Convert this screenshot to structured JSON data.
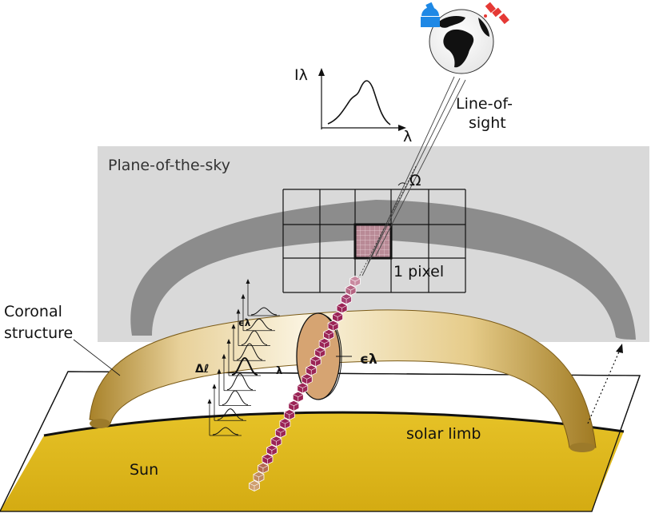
{
  "labels": {
    "line_of_sight_1": "Line-of-",
    "line_of_sight_2": "sight",
    "plane_of_sky": "Plane-of-the-sky",
    "omega": "Ω",
    "one_pixel": "1 pixel",
    "coronal_1": "Coronal",
    "coronal_2": "structure",
    "emissivity_small": "ϵλ",
    "emissivity_big": "ϵλ",
    "delta_l": "Δℓ",
    "lambda_small": "λ",
    "lambda_axis": "λ",
    "intensity_axis": "Iλ",
    "solar_limb": "solar limb",
    "sun": "Sun"
  },
  "colors": {
    "sun": "#dcb51a",
    "sun_dark": "#b58f0a",
    "plane_gray": "#d9d9d9",
    "arch_shadow": "#8a8a8a",
    "arch_light": "#f4e6c0",
    "arch_dark": "#a8822a",
    "cross_section": "#d6a472",
    "pixel_fill": "#b98a96",
    "los_element": "#9b2456",
    "telescope_blue": "#1e88e5",
    "satellite_red": "#e53935"
  },
  "icons": {
    "earth": "earth-globe-icon",
    "telescope": "observatory-icon",
    "satellite": "satellite-icon"
  }
}
